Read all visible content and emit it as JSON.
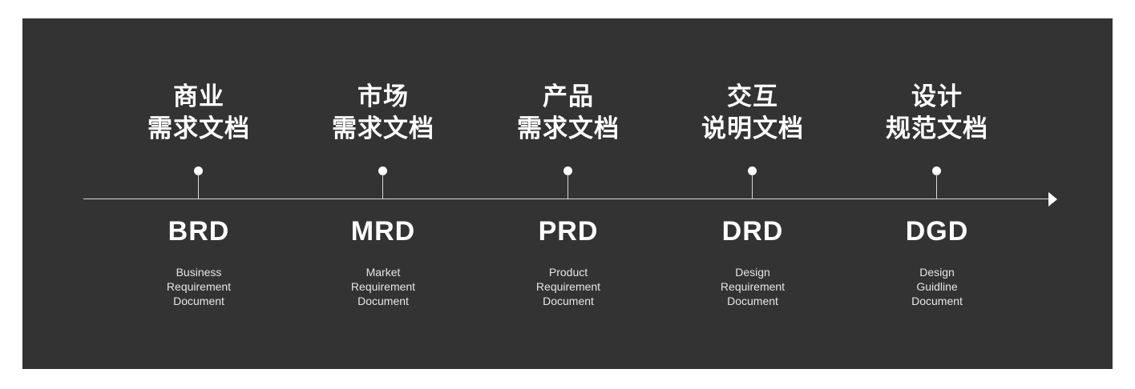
{
  "colors": {
    "panel_bg": "#333333",
    "page_bg": "#ffffff",
    "text": "#ffffff",
    "line": "#d9d9d9"
  },
  "stages": [
    {
      "title": "商业\n需求文档",
      "acronym": "BRD",
      "full_name": "Business\nRequirement\nDocument"
    },
    {
      "title": "市场\n需求文档",
      "acronym": "MRD",
      "full_name": "Market\nRequirement\nDocument"
    },
    {
      "title": "产品\n需求文档",
      "acronym": "PRD",
      "full_name": "Product\nRequirement\nDocument"
    },
    {
      "title": "交互\n说明文档",
      "acronym": "DRD",
      "full_name": "Design\nRequirement\nDocument"
    },
    {
      "title": "设计\n规范文档",
      "acronym": "DGD",
      "full_name": "Design\nGuidline\nDocument"
    }
  ]
}
